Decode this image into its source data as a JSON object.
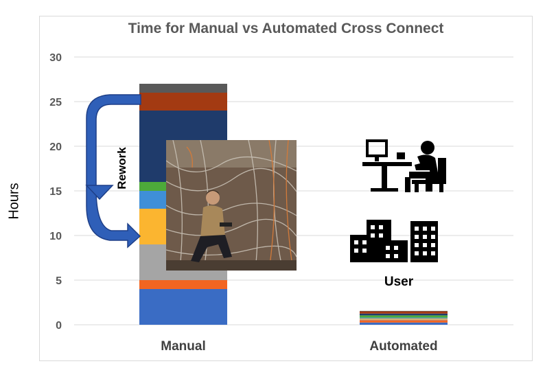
{
  "chart_data": {
    "type": "bar",
    "stacked": true,
    "title": "Time for Manual vs Automated Cross Connect",
    "ylabel": "Hours",
    "xlabel": "",
    "ylim": [
      0,
      30
    ],
    "yticks": [
      0,
      5,
      10,
      15,
      20,
      25,
      30
    ],
    "grid": true,
    "categories": [
      "Manual",
      "Automated"
    ],
    "series": [
      {
        "values": [
          4,
          0.25
        ],
        "color": "#3a6cc4"
      },
      {
        "values": [
          1,
          0.25
        ],
        "color": "#f26522"
      },
      {
        "values": [
          4,
          0.1
        ],
        "color": "#a5a5a5"
      },
      {
        "values": [
          4,
          0.1
        ],
        "color": "#fbb530"
      },
      {
        "values": [
          2,
          0.1
        ],
        "color": "#3f8fd8"
      },
      {
        "values": [
          1,
          0.25
        ],
        "color": "#4daa3a"
      },
      {
        "values": [
          8,
          0.2
        ],
        "color": "#1f3b6b"
      },
      {
        "values": [
          2,
          0.25
        ],
        "color": "#a33a12"
      },
      {
        "values": [
          1,
          0.05
        ],
        "color": "#595959"
      }
    ],
    "annotations": {
      "rework": "Rework",
      "user": "User"
    }
  },
  "icons": {
    "technician_photo": "technician-in-server-room-photo",
    "desk": "person-at-computer-desk-icon",
    "buildings": "city-buildings-icon",
    "arrow": "rework-loop-arrow"
  },
  "colors": {
    "grid": "#d9d9d9",
    "arrow": "#2f5fb8",
    "arrow_stroke": "#1e3f87"
  }
}
